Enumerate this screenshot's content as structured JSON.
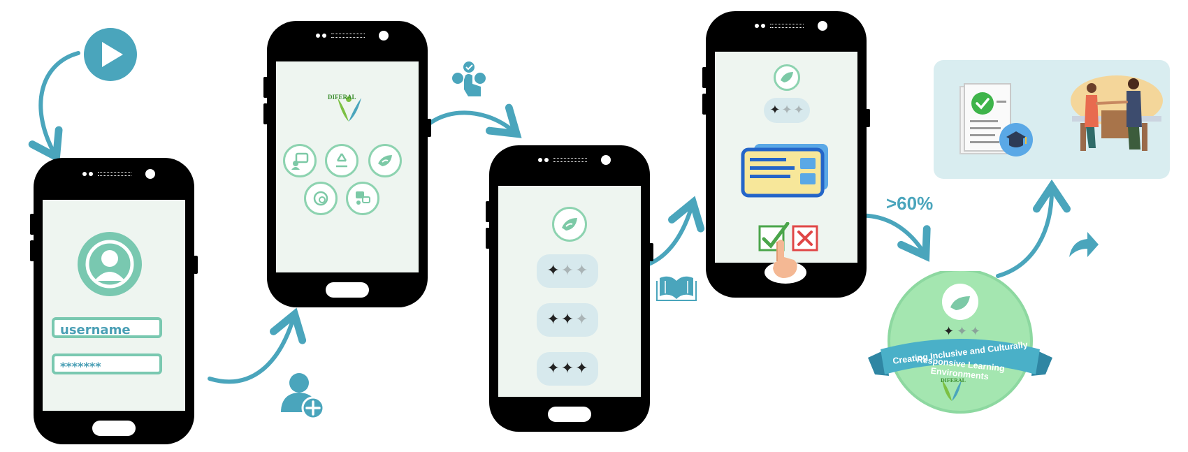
{
  "login": {
    "username_placeholder": "username",
    "password_value": "*******"
  },
  "home": {
    "logo_text": "DIFERAL"
  },
  "levels": {
    "level1": "✦✦✦",
    "level2": "✦✦✦",
    "level3": "✦✦✦"
  },
  "threshold": ">60%",
  "badge": {
    "line1": "Creating Inclusive and Culturally",
    "line2": "Responsive Learning Environments",
    "logo_text": "DIFERAL"
  },
  "colors": {
    "teal": "#4aa5bc",
    "mint": "#79c8b0",
    "badge_green": "#9fe0a6",
    "ribbon": "#4ab0c8",
    "panel": "#d9edf0"
  },
  "icons": [
    "play-icon",
    "user-avatar-icon",
    "add-user-icon",
    "tap-hand-icon",
    "book-icon",
    "share-arrow-icon",
    "checkbox-icon",
    "cross-box-icon",
    "certificate-icon",
    "handshake-icon"
  ]
}
